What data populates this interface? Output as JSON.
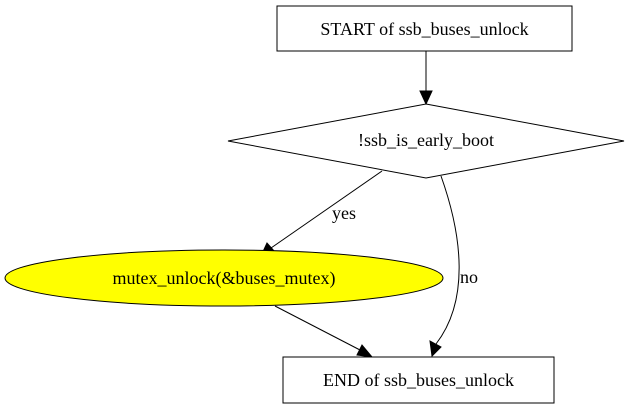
{
  "diagram": {
    "nodes": {
      "start": {
        "label": "START of ssb_buses_unlock",
        "fill": "#ffffff"
      },
      "decision": {
        "label": "!ssb_is_early_boot",
        "fill": "#ffffff"
      },
      "action": {
        "label": "mutex_unlock(&buses_mutex)",
        "fill": "#ffff00"
      },
      "end": {
        "label": "END of ssb_buses_unlock",
        "fill": "#ffffff"
      }
    },
    "edges": {
      "start_to_decision": {
        "label": ""
      },
      "decision_yes": {
        "label": "yes"
      },
      "decision_no": {
        "label": "no"
      },
      "action_to_end": {
        "label": ""
      }
    }
  }
}
